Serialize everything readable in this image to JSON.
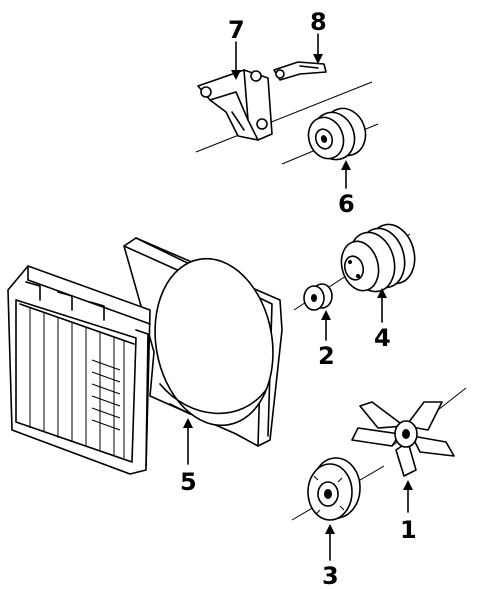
{
  "diagram": {
    "callouts": [
      {
        "id": "1",
        "label": "1"
      },
      {
        "id": "2",
        "label": "2"
      },
      {
        "id": "3",
        "label": "3"
      },
      {
        "id": "4",
        "label": "4"
      },
      {
        "id": "5",
        "label": "5"
      },
      {
        "id": "6",
        "label": "6"
      },
      {
        "id": "7",
        "label": "7"
      },
      {
        "id": "8",
        "label": "8"
      }
    ],
    "parts": [
      "fan-blade",
      "spacer",
      "fan-clutch",
      "water-pump-pulley",
      "fan-shroud",
      "idler-pulley",
      "idler-bracket",
      "bracket-bolt",
      "radiator"
    ]
  }
}
